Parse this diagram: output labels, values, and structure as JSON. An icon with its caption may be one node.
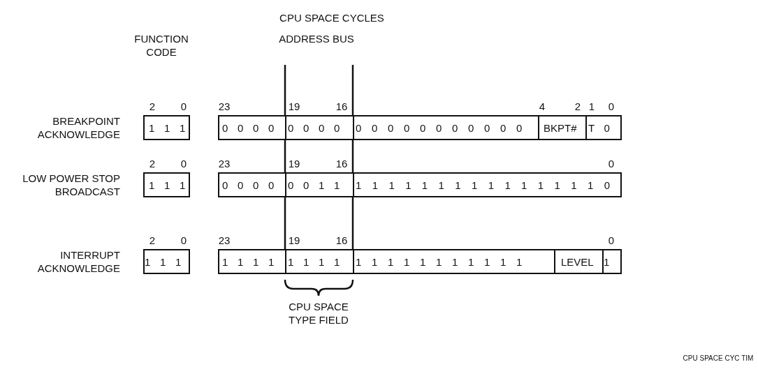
{
  "diagram": {
    "title": "CPU SPACE CYCLES",
    "nodes": [
      {
        "text": [
          "1 1 1"
        ]
      },
      {
        "text": [
          "0 0 0 0"
        ]
      },
      {
        "text": [
          "0 0 0 0"
        ]
      },
      {
        "text": [
          "0 0 0 0 0 0 0 0 0 0 0"
        ]
      },
      {
        "text": [
          "BKPT#"
        ]
      },
      {
        "text": [
          "T 0"
        ]
      },
      {
        "text": [
          "1 1 1"
        ]
      },
      {
        "text": [
          "0 0 0 0"
        ]
      },
      {
        "text": [
          "0 0 1 1"
        ]
      },
      {
        "text": [
          "1 1 1 1 1 1 1 1 1 1 1 1 1 1 1 0"
        ]
      },
      {
        "text": [
          "1 1 1"
        ]
      },
      {
        "text": [
          "1 1 1 1"
        ]
      },
      {
        "text": [
          "1 1 1 1"
        ]
      },
      {
        "text": [
          "1 1 1 1 1 1 1 1 1 1 1"
        ]
      },
      {
        "text": [
          "LEVEL"
        ]
      },
      {
        "text": [
          "1"
        ]
      }
    ],
    "edges": [],
    "labels": [
      "FUNCTION CODE",
      "ADDRESS BUS",
      "2",
      "0",
      "23",
      "19",
      "16",
      "4",
      "2",
      "1",
      "0",
      "BREAKPOINT ACKNOWLEDGE",
      "2",
      "0",
      "23",
      "19",
      "16",
      "0",
      "LOW POWER STOP BROADCAST",
      "2",
      "0",
      "23",
      "19",
      "16",
      "0",
      "INTERRUPT ACKNOWLEDGE",
      "CPU SPACE TYPE FIELD",
      "CPU SPACE CYC TIM"
    ]
  }
}
